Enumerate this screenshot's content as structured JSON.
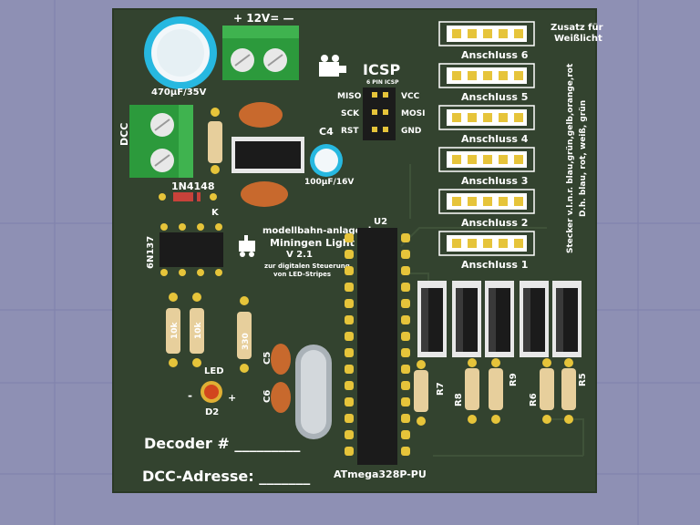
{
  "board": {
    "brand": "modellbahn-anlage.de",
    "project": "Miningen Light",
    "version": "V 2.1",
    "purpose_line1": "zur digitalen Steuerung",
    "purpose_line2": "von LED-Stripes",
    "decoder_label": "Decoder # _________",
    "dcc_address_label": "DCC-Adresse: _______"
  },
  "labels": {
    "cap_main": "470µF/35V",
    "power": "+ 12V=  —",
    "dcc": "DCC",
    "diode": "1N4148",
    "diode_k": "K",
    "opto": "6N137",
    "icsp": "ICSP",
    "icsp_sub": "6 PIN ICSP",
    "miso": "MISO",
    "sck": "SCK",
    "rst": "RST",
    "vcc": "VCC",
    "mosi": "MOSI",
    "gnd": "GND",
    "c4": "C4",
    "cap_small": "100µF/16V",
    "u2": "U2",
    "mcu": "ATmega328P-PU",
    "led": "LED",
    "d2": "D2",
    "minus": "-",
    "plus": "+",
    "c5": "C5",
    "c6": "C6",
    "r10k_a": "10k",
    "r10k_b": "10k",
    "r330": "330",
    "r7": "R7",
    "r8": "R8",
    "r9": "R9",
    "r6": "R6",
    "r5": "R5",
    "zusatz1": "Zusatz für",
    "zusatz2": "Weißlicht",
    "stecker1": "Stecker v.l.n.r. blau,grün,gelb,orange,rot",
    "stecker2": "D.h. blau, rot, weiß, grün"
  },
  "connectors": [
    "Anschluss 6",
    "Anschluss 5",
    "Anschluss 4",
    "Anschluss 3",
    "Anschluss 2",
    "Anschluss 1"
  ],
  "colors": {
    "background": "#8e90b4",
    "pcb": "#33432f",
    "silkscreen": "#ffffff",
    "terminal": "#2c9a3c",
    "resistor": "#e7cf9c",
    "ceramic_cap": "#c8692d",
    "pad": "#e6c43a"
  }
}
